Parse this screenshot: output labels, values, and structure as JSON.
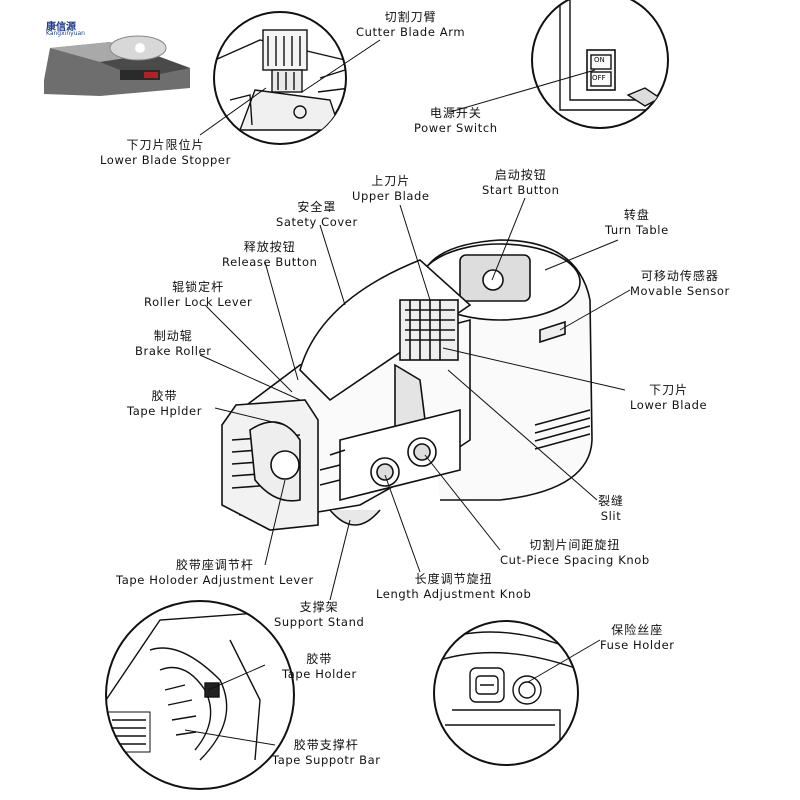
{
  "thumbnail": {
    "brand": "康信源",
    "brand_sub": "Kangxinyuan"
  },
  "switch": {
    "on": "ON",
    "off": "OFF"
  },
  "labels": {
    "cutter_blade_arm": {
      "zh": "切割刀臂",
      "en": "Cutter Blade Arm"
    },
    "power_switch": {
      "zh": "电源开关",
      "en": "Power Switch"
    },
    "lower_blade_stopper": {
      "zh": "下刀片限位片",
      "en": "Lower Blade Stopper"
    },
    "start_button": {
      "zh": "启动按钮",
      "en": "Start Button"
    },
    "upper_blade": {
      "zh": "上刀片",
      "en": "Upper Blade"
    },
    "safety_cover": {
      "zh": "安全罩",
      "en": "Satety Cover"
    },
    "turn_table": {
      "zh": "转盘",
      "en": "Turn Table"
    },
    "release_button": {
      "zh": "释放按钮",
      "en": "Release Button"
    },
    "movable_sensor": {
      "zh": "可移动传感器",
      "en": "Movable Sensor"
    },
    "roller_lock_lever": {
      "zh": "辊锁定杆",
      "en": "Roller Lock Lever"
    },
    "brake_roller": {
      "zh": "制动辊",
      "en": "Brake Roller"
    },
    "lower_blade": {
      "zh": "下刀片",
      "en": "Lower Blade"
    },
    "tape_holder_main": {
      "zh": "胶带",
      "en": "Tape Hplder"
    },
    "slit": {
      "zh": "裂缝",
      "en": "Slit"
    },
    "cut_piece_knob": {
      "zh": "切割片间距旋扭",
      "en": "Cut-Piece Spacing Knob"
    },
    "tape_holder_lever": {
      "zh": "胶带座调节杆",
      "en": "Tape Holoder Adjustment Lever"
    },
    "length_knob": {
      "zh": "长度调节旋扭",
      "en": "Length Adjustment Knob"
    },
    "support_stand": {
      "zh": "支撑架",
      "en": "Support Stand"
    },
    "tape_holder_detail": {
      "zh": "胶带",
      "en": "Tape Holder"
    },
    "fuse_holder": {
      "zh": "保险丝座",
      "en": "Fuse Holder"
    },
    "tape_support_bar": {
      "zh": "胶带支撑杆",
      "en": "Tape Suppotr Bar"
    }
  }
}
